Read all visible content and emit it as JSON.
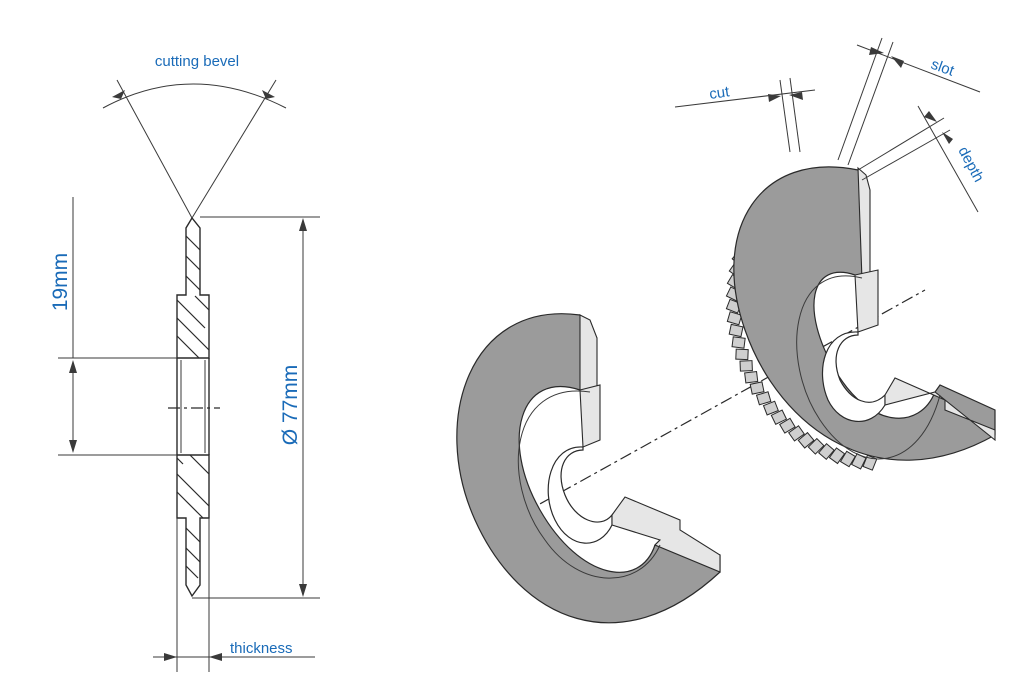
{
  "section_view": {
    "labels": {
      "cutting_bevel": "cutting bevel",
      "height": "19mm",
      "diameter": "Ø 77mm",
      "thickness": "thickness"
    }
  },
  "iso_view": {
    "labels": {
      "cut": "cut",
      "slot": "slot",
      "depth": "depth"
    }
  },
  "colors": {
    "label": "#1a6bb8",
    "line": "#3a3a3a",
    "part_face": "#9b9b9b",
    "part_edge": "#e6e6e6"
  }
}
